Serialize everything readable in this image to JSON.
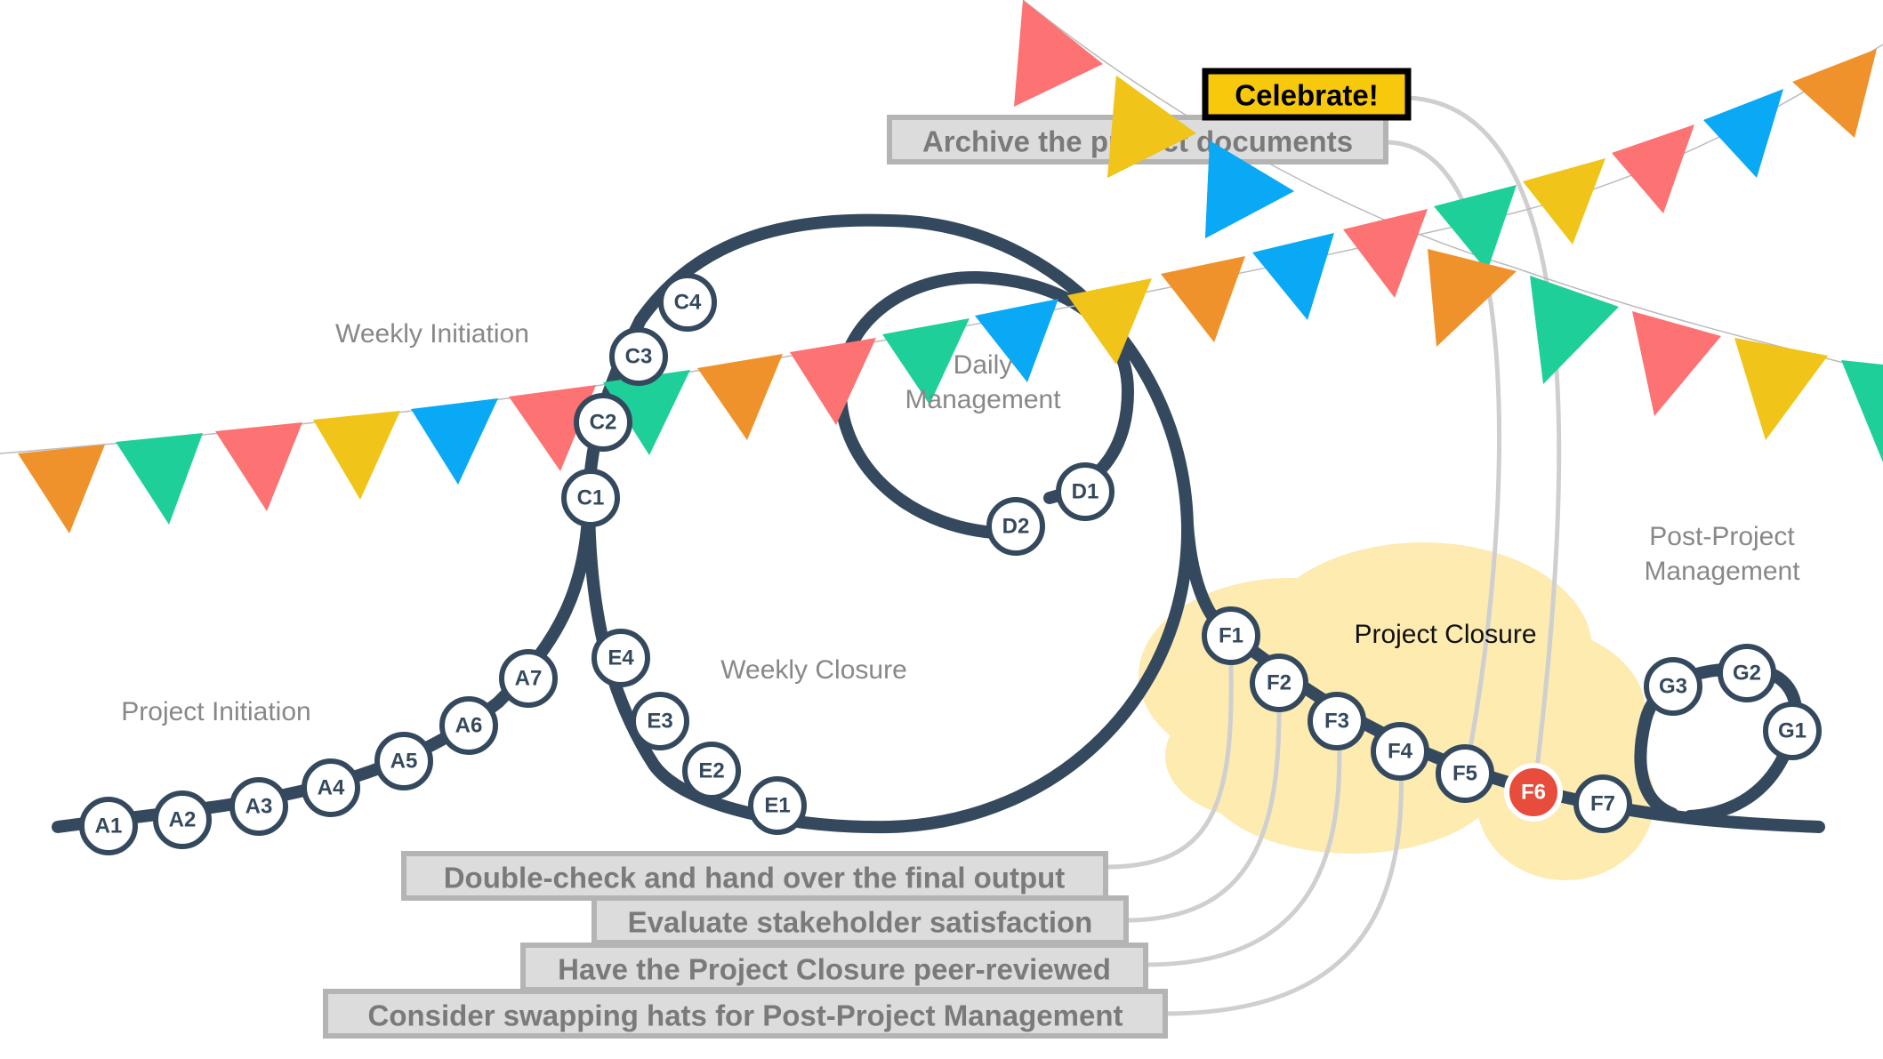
{
  "phases": {
    "project_initiation": "Project Initiation",
    "weekly_initiation": "Weekly Initiation",
    "daily_management_line1": "Daily",
    "daily_management_line2": "Management",
    "weekly_closure": "Weekly Closure",
    "project_closure": "Project Closure",
    "post_project_line1": "Post-Project",
    "post_project_line2": "Management"
  },
  "nodes": {
    "A1": "A1",
    "A2": "A2",
    "A3": "A3",
    "A4": "A4",
    "A5": "A5",
    "A6": "A6",
    "A7": "A7",
    "C1": "C1",
    "C2": "C2",
    "C3": "C3",
    "C4": "C4",
    "D1": "D1",
    "D2": "D2",
    "E1": "E1",
    "E2": "E2",
    "E3": "E3",
    "E4": "E4",
    "F1": "F1",
    "F2": "F2",
    "F3": "F3",
    "F4": "F4",
    "F5": "F5",
    "F6": "F6",
    "F7": "F7",
    "G1": "G1",
    "G2": "G2",
    "G3": "G3"
  },
  "active_node": "F6",
  "tasks": {
    "celebrate": "Celebrate!",
    "archive": "Archive the project documents",
    "double_check": "Double-check and hand over the final output",
    "evaluate": "Evaluate stakeholder satisfaction",
    "peer_review": "Have the Project Closure peer-reviewed",
    "swap_hats": "Consider swapping hats for Post-Project Management"
  },
  "colors": {
    "track": "#34495e",
    "active_node": "#e74c3c",
    "closure_highlight": "#fde9a8",
    "celebrate_fill": "#f7c80c",
    "flag_orange": "#f0922b",
    "flag_green": "#1fcf99",
    "flag_red": "#fd7272",
    "flag_yellow": "#f0c419",
    "flag_blue": "#0aa9f5"
  }
}
